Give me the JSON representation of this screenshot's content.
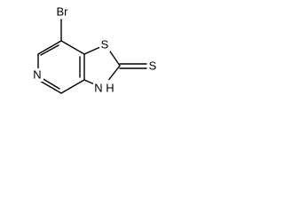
{
  "molecule": {
    "atoms": {
      "br": "Br",
      "s_ring": "S",
      "s_thione": "S",
      "n_pyridine": "N",
      "nh": "N",
      "h": "H"
    },
    "line_color": "#000000",
    "background": "#ffffff"
  }
}
